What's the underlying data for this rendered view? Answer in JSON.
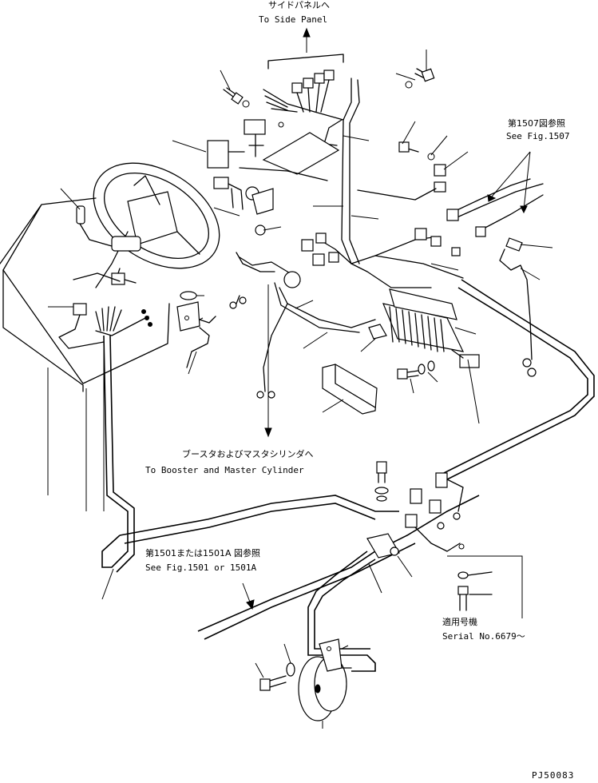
{
  "labels": {
    "side_panel_jp": "サイドパネルへ",
    "side_panel_en": "To Side Panel",
    "fig1507_jp": "第1507図参照",
    "fig1507_en": "See Fig.1507",
    "booster_jp": "ブースタおよびマスタシリンダへ",
    "booster_en": "To Booster and Master Cylinder",
    "fig1501_jp": "第1501または1501A 図参照",
    "fig1501_en": "See Fig.1501 or 1501A",
    "serial_jp": "適用号機",
    "serial_en": "Serial No.6679～",
    "drawing_code": "PJ50083"
  }
}
